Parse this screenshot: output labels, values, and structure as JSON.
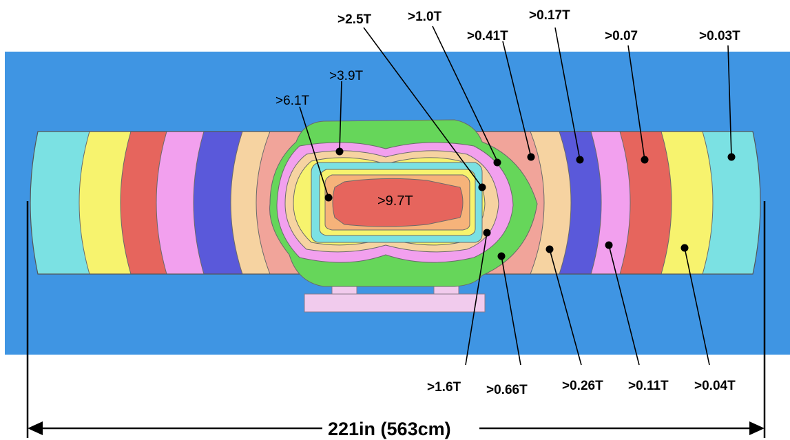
{
  "colors": {
    "background_panel": "#3f95e3",
    "cyan_light": "#7be1e3",
    "yellow": "#f7f36e",
    "red": "#e6655d",
    "pink": "#f2a0ee",
    "blue": "#5a59da",
    "peach": "#f6d3a1",
    "salmon": "#f1a49a",
    "green": "#66d65a",
    "support": "#f1cbed"
  },
  "center_label": ">9.7T",
  "labels": [
    {
      "id": "l-2-5",
      "text": ">2.5T"
    },
    {
      "id": "l-1-0",
      "text": ">1.0T"
    },
    {
      "id": "l-0-41",
      "text": ">0.41T"
    },
    {
      "id": "l-0-17",
      "text": ">0.17T"
    },
    {
      "id": "l-0-07",
      "text": ">0.07"
    },
    {
      "id": "l-0-03",
      "text": ">0.03T"
    },
    {
      "id": "l-3-9",
      "text": ">3.9T"
    },
    {
      "id": "l-6-1",
      "text": ">6.1T"
    },
    {
      "id": "l-1-6",
      "text": ">1.6T"
    },
    {
      "id": "l-0-66",
      "text": ">0.66T"
    },
    {
      "id": "l-0-26",
      "text": ">0.26T"
    },
    {
      "id": "l-0-11",
      "text": ">0.11T"
    },
    {
      "id": "l-0-04",
      "text": ">0.04T"
    }
  ],
  "dimension_label": "221in (563cm)"
}
